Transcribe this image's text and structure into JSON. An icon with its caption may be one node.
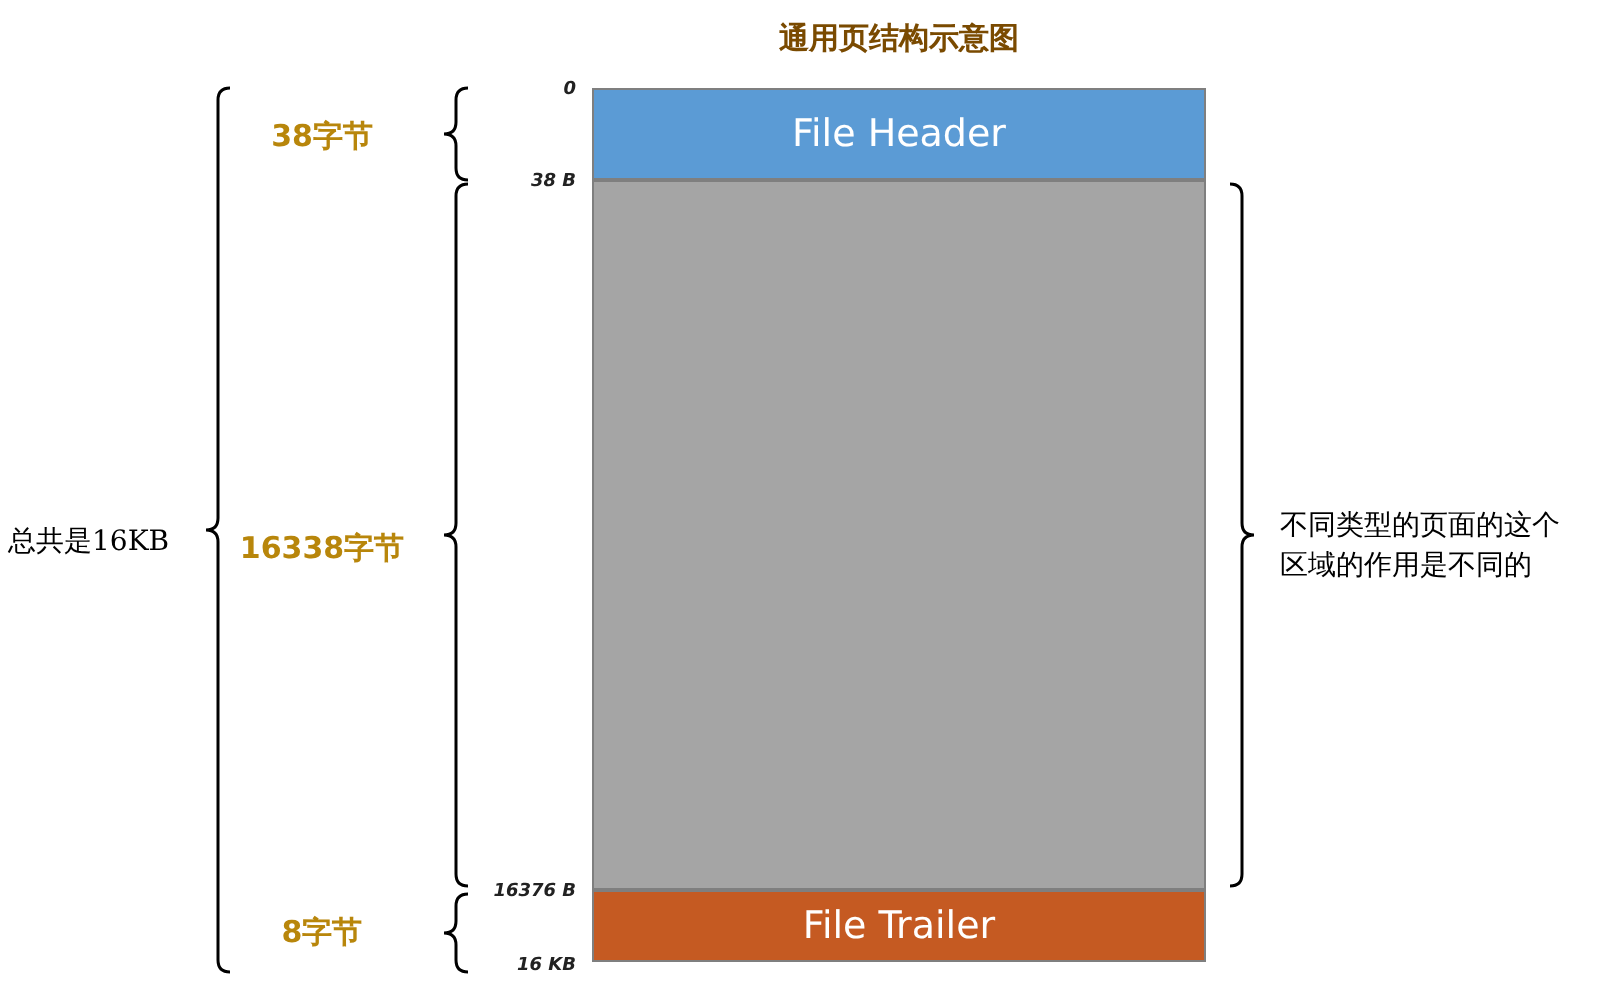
{
  "diagram": {
    "title": "通用页结构示意图",
    "nodes": [
      {
        "text": [
          "File Header"
        ]
      },
      {
        "text": [],
        "shape": "box"
      },
      {
        "text": [
          "File Trailer"
        ]
      }
    ],
    "edges": [],
    "labels": [
      "0",
      "38 B",
      "16376 B",
      "16 KB",
      "38字节",
      "16338字节",
      "8字节",
      "总共是16KB",
      "不同类型的页面的这个区域的作用是不同的"
    ]
  }
}
